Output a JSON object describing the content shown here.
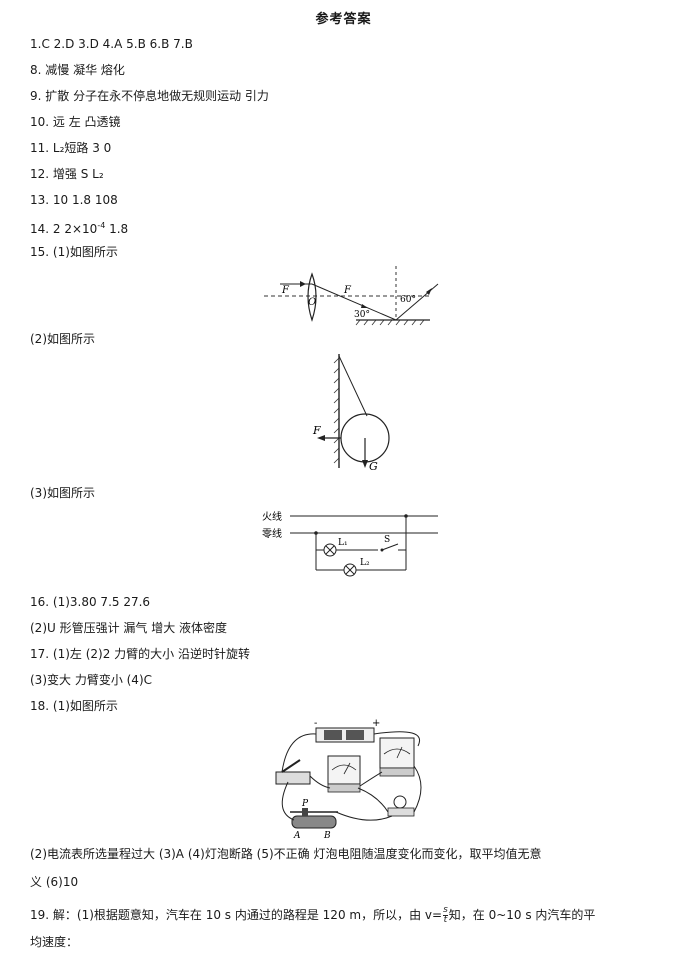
{
  "title": "参考答案",
  "lines": {
    "l1": "1.C  2.D  3.D  4.A  5.B  6.B  7.B",
    "l8": "8. 减慢  凝华  熔化",
    "l9": "9. 扩散  分子在永不停息地做无规则运动   引力",
    "l10": "10. 远  左  凸透镜",
    "l11": "11. L₂短路  3  0",
    "l12": "12. 增强  S  L₂",
    "l13": "13. 10  1.8  108",
    "l14_a": "14. 2  2×10",
    "l14_exp": "-4",
    "l14_b": "  1.8",
    "l15": "15. (1)如图所示",
    "l15_2": "(2)如图所示",
    "l15_3": "(3)如图所示",
    "l16": "16. (1)3.80  7.5  27.6",
    "l16_2": "(2)U 形管压强计  漏气  增大  液体密度",
    "l17": "17. (1)左  (2)2  力臂的大小  沿逆时针旋转",
    "l17_2": "(3)变大  力臂变小  (4)C",
    "l18": "18. (1)如图所示",
    "l18_2a": "(2)电流表所选量程过大  (3)A  (4)灯泡断路  (5)不正确  灯泡电阻随温度变化而变化，取平均值无意",
    "l18_2b": "义  (6)10",
    "l19a": "19. 解：(1)根据题意知，汽车在 10 s 内通过的路程是 120 m，所以，由 v=",
    "l19_frac_num": "s",
    "l19_frac_den": "t",
    "l19b": "知，在 0~10 s 内汽车的平",
    "l19c": "均速度："
  },
  "fig1": {
    "F_left": "F",
    "O": "O",
    "F_right": "F",
    "angle30": "30°",
    "angle60": "60°"
  },
  "fig2": {
    "F": "F",
    "G": "G"
  },
  "fig3": {
    "live": "火线",
    "neutral": "零线",
    "L1": "L₁",
    "L2": "L₂",
    "S": "S"
  },
  "fig4": {
    "minus": "-",
    "plus": "+",
    "P": "P",
    "A": "A",
    "B": "B"
  }
}
